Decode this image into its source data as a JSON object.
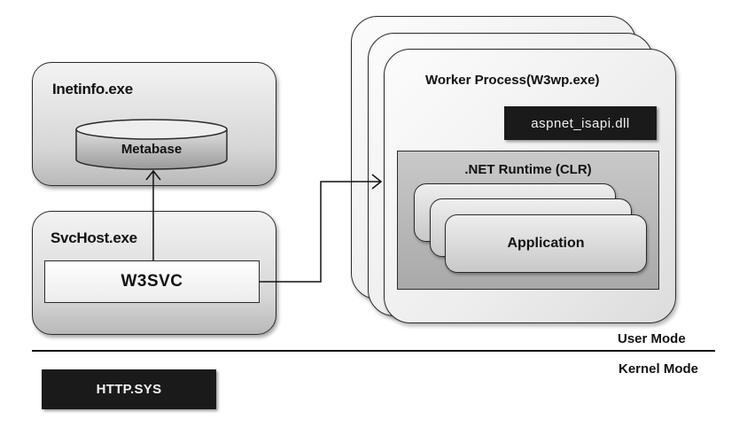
{
  "inetinfo": {
    "title": "Inetinfo.exe",
    "metabase": "Metabase"
  },
  "svchost": {
    "title": "SvcHost.exe",
    "w3svc": "W3SVC"
  },
  "worker": {
    "title": "Worker Process(W3wp.exe)",
    "isapi": "aspnet_isapi.dll",
    "runtime": ".NET Runtime (CLR)",
    "application": "Application"
  },
  "modes": {
    "user": "User Mode",
    "kernel": "Kernel Mode"
  },
  "httpsys": "HTTP.SYS",
  "colors": {
    "dark_box": "#1a1a1a",
    "box_gradient_top": "#f3f3f3",
    "box_gradient_bottom": "#b9b9b9"
  }
}
